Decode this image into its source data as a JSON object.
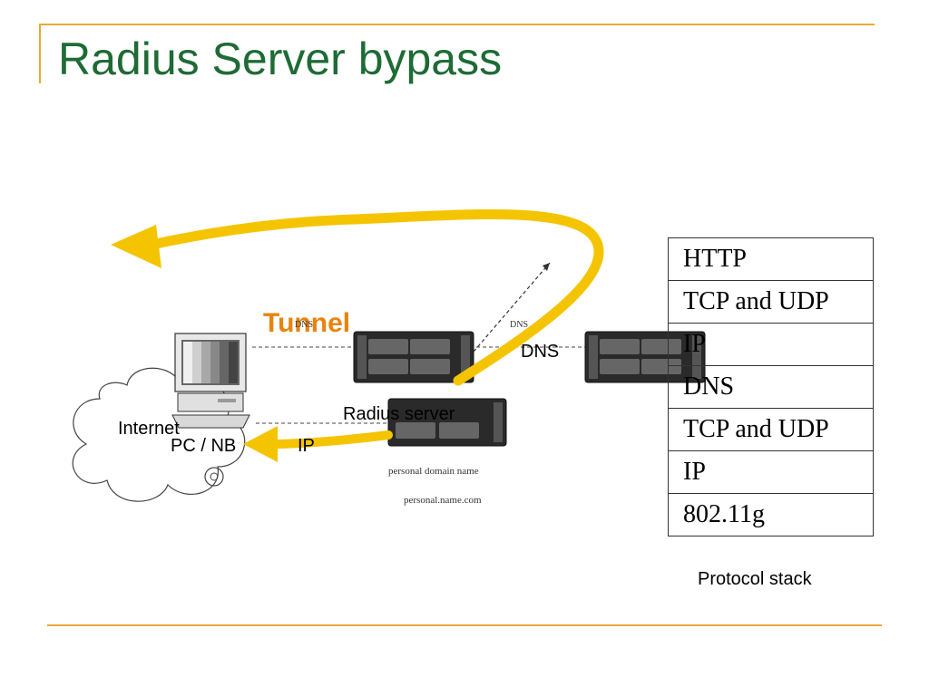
{
  "title": "Radius Server bypass",
  "colors": {
    "title": "#1e6b35",
    "rule": "#e8a936",
    "arrow": "#f5c400",
    "tunnel_text": "#e8840c"
  },
  "diagram": {
    "tunnel_label": "Tunnel",
    "cloud_label": "Internet",
    "pc_label": "PC / NB",
    "ip_label": "IP",
    "dns_label": "DNS",
    "radius_label": "Radius server",
    "small_dns_left": "DNS",
    "small_dns_right": "DNS",
    "domain_caption": "personal domain name",
    "domain_url": "personal.name.com"
  },
  "protocol_stack": {
    "rows": [
      "HTTP",
      "TCP and UDP",
      "IP",
      "DNS",
      "TCP and UDP",
      "IP",
      "802.11g"
    ],
    "caption": "Protocol stack"
  }
}
